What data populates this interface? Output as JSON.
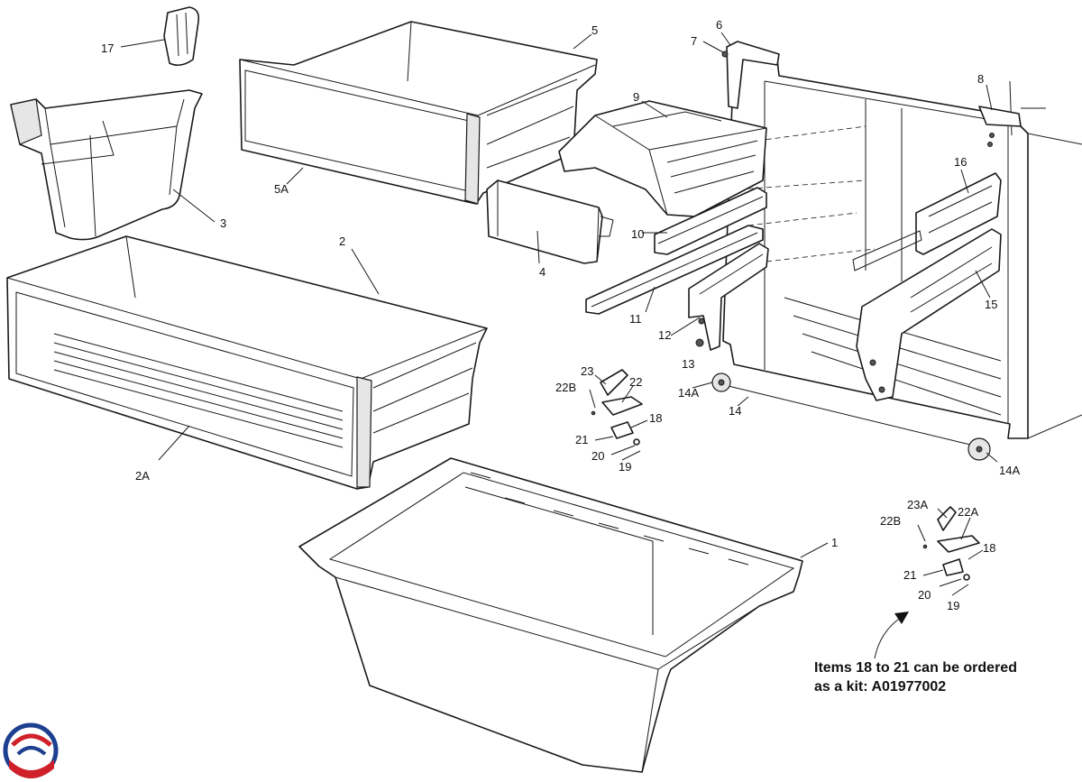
{
  "callouts": [
    {
      "id": "c17",
      "text": "17"
    },
    {
      "id": "c5",
      "text": "5"
    },
    {
      "id": "c5A",
      "text": "5A"
    },
    {
      "id": "c3",
      "text": "3"
    },
    {
      "id": "c2",
      "text": "2"
    },
    {
      "id": "c2A",
      "text": "2A"
    },
    {
      "id": "c4",
      "text": "4"
    },
    {
      "id": "c9",
      "text": "9"
    },
    {
      "id": "c10",
      "text": "10"
    },
    {
      "id": "c11",
      "text": "11"
    },
    {
      "id": "c12",
      "text": "12"
    },
    {
      "id": "c13",
      "text": "13"
    },
    {
      "id": "c6",
      "text": "6"
    },
    {
      "id": "c7",
      "text": "7"
    },
    {
      "id": "c8",
      "text": "8"
    },
    {
      "id": "c16",
      "text": "16"
    },
    {
      "id": "c15",
      "text": "15"
    },
    {
      "id": "c14A_top",
      "text": "14A"
    },
    {
      "id": "c14",
      "text": "14"
    },
    {
      "id": "c14A_bottom",
      "text": "14A"
    },
    {
      "id": "c23",
      "text": "23"
    },
    {
      "id": "c22",
      "text": "22"
    },
    {
      "id": "c22B",
      "text": "22B"
    },
    {
      "id": "c18",
      "text": "18"
    },
    {
      "id": "c21",
      "text": "21"
    },
    {
      "id": "c20",
      "text": "20"
    },
    {
      "id": "c19",
      "text": "19"
    },
    {
      "id": "c1",
      "text": "1"
    },
    {
      "id": "c23A",
      "text": "23A"
    },
    {
      "id": "c22A",
      "text": "22A"
    },
    {
      "id": "c22B_kit",
      "text": "22B"
    },
    {
      "id": "c18_kit",
      "text": "18"
    },
    {
      "id": "c21_kit",
      "text": "21"
    },
    {
      "id": "c20_kit",
      "text": "20"
    },
    {
      "id": "c19_kit",
      "text": "19"
    }
  ],
  "kit_note": {
    "line1": "Items 18 to 21 can be ordered",
    "line2": "as a kit: A01977002"
  },
  "colors": {
    "logo_blue": "#1d3f8f",
    "logo_red": "#d0202a",
    "line": "#1a1a1a"
  }
}
